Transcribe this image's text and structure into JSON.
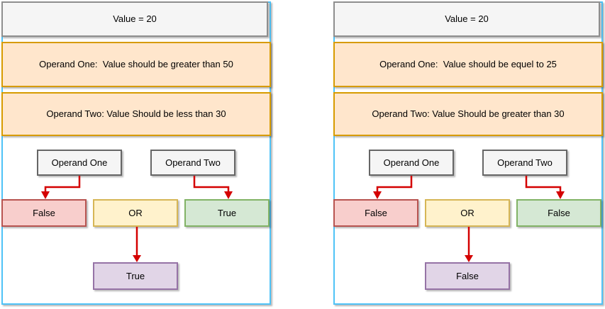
{
  "colors": {
    "panel-border": "#4FC3F7",
    "title-fill": "#F5F5F5",
    "title-border": "#8E8E8E",
    "operand-fill": "#FFE6CC",
    "operand-border": "#D79B00",
    "node-fill": "#F5F5F5",
    "node-border": "#666666",
    "false-fill": "#F8CECC",
    "false-border": "#B85450",
    "or-fill": "#FFF2CC",
    "or-border": "#D6B656",
    "true-fill": "#D5E8D4",
    "true-border": "#82B366",
    "result-fill": "#E1D5E7",
    "result-border": "#9673A6",
    "arrow": "#D40000"
  },
  "panels": [
    {
      "title": "Value = 20",
      "operand_one": "Operand One:  Value should be greater than 50",
      "operand_two": "Operand Two: Value Should be less than 30",
      "flow": {
        "operand_one_label": "Operand One",
        "operand_two_label": "Operand Two",
        "operand_one_result": "False",
        "operator": "OR",
        "operand_two_result": "True",
        "final_result": "True"
      }
    },
    {
      "title": "Value = 20",
      "operand_one": "Operand One:  Value should be equel to 25",
      "operand_two": "Operand Two: Value Should be greater than 30",
      "flow": {
        "operand_one_label": "Operand One",
        "operand_two_label": "Operand Two",
        "operand_one_result": "False",
        "operator": "OR",
        "operand_two_result": "False",
        "final_result": "False"
      }
    }
  ]
}
